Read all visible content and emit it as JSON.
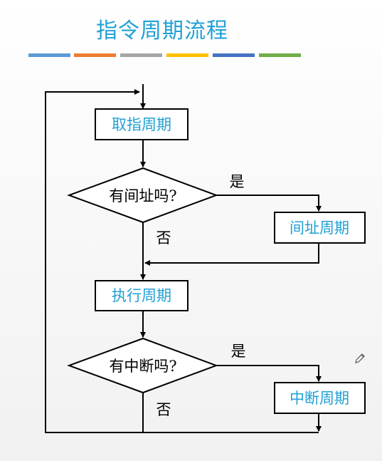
{
  "slide": {
    "title": "指令周期流程",
    "bar_colors": [
      "#5b9bd5",
      "#ed7d31",
      "#a5a5a5",
      "#ffc000",
      "#4472c4",
      "#70ad47"
    ]
  },
  "flowchart": {
    "fetch_cycle": "取指周期",
    "indirect_question": "有间址吗?",
    "indirect_yes": "是",
    "indirect_no": "否",
    "indirect_cycle": "间址周期",
    "execute_cycle": "执行周期",
    "interrupt_question": "有中断吗?",
    "interrupt_yes": "是",
    "interrupt_no": "否",
    "interrupt_cycle": "中断周期"
  },
  "colors": {
    "title": "#1fa0d6",
    "box_text": "#1fa0d6",
    "lines": "#000000"
  },
  "icons": {
    "edit": "pencil-icon"
  }
}
